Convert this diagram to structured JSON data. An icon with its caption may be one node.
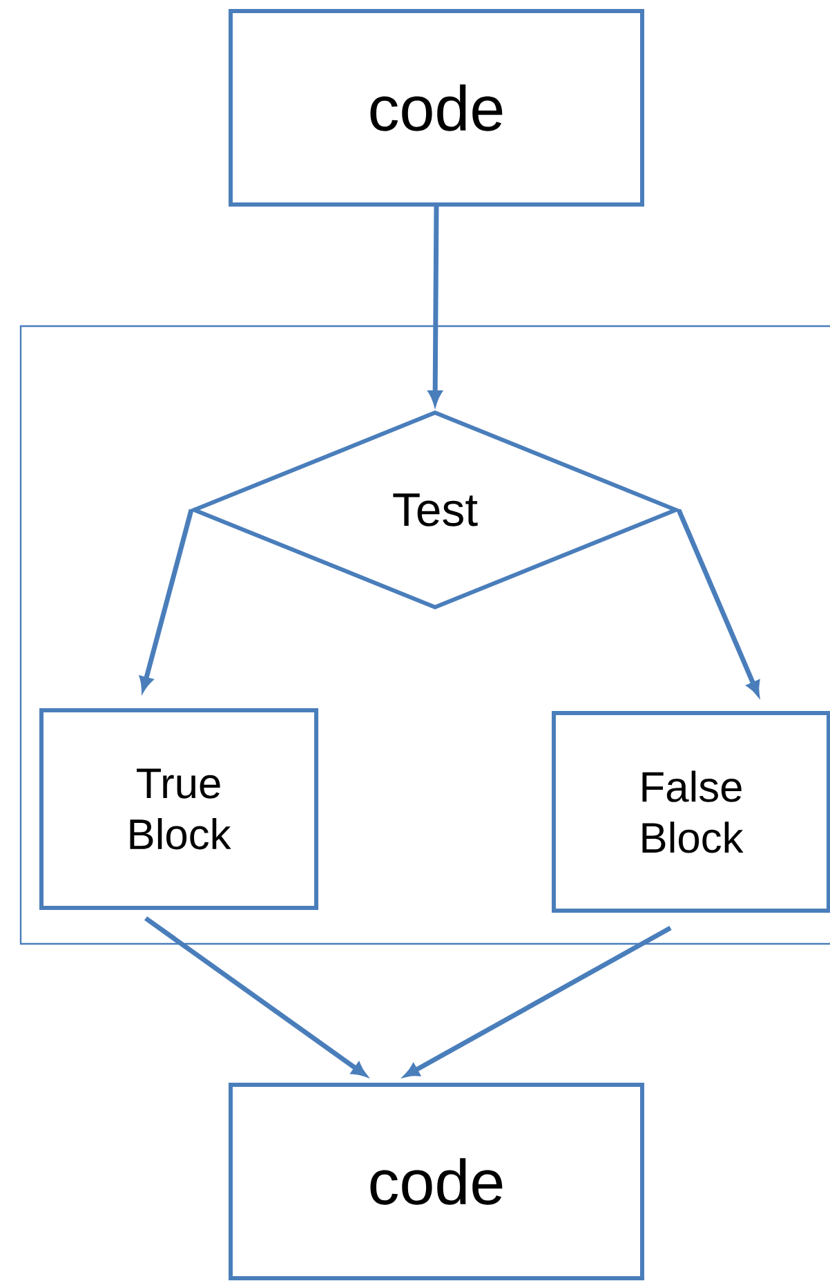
{
  "diagram": {
    "nodes": [
      {
        "text": [
          "code"
        ]
      },
      {
        "text": [],
        "shape": "box"
      },
      {
        "text": [
          "Test"
        ],
        "in": 1
      },
      {
        "text": [
          "True Block"
        ],
        "in": 1
      },
      {
        "text": [
          "False Block"
        ],
        "in": 1
      },
      {
        "text": [
          "code"
        ]
      }
    ],
    "edges": [
      {
        "from": 0,
        "to": 2,
        "arrow": "to"
      },
      {
        "from": 2,
        "to": 3,
        "arrow": "to"
      },
      {
        "from": 2,
        "to": 4,
        "arrow": "to"
      },
      {
        "from": 3,
        "to": 5,
        "arrow": "to"
      },
      {
        "from": 4,
        "to": 5,
        "arrow": "to"
      }
    ]
  }
}
